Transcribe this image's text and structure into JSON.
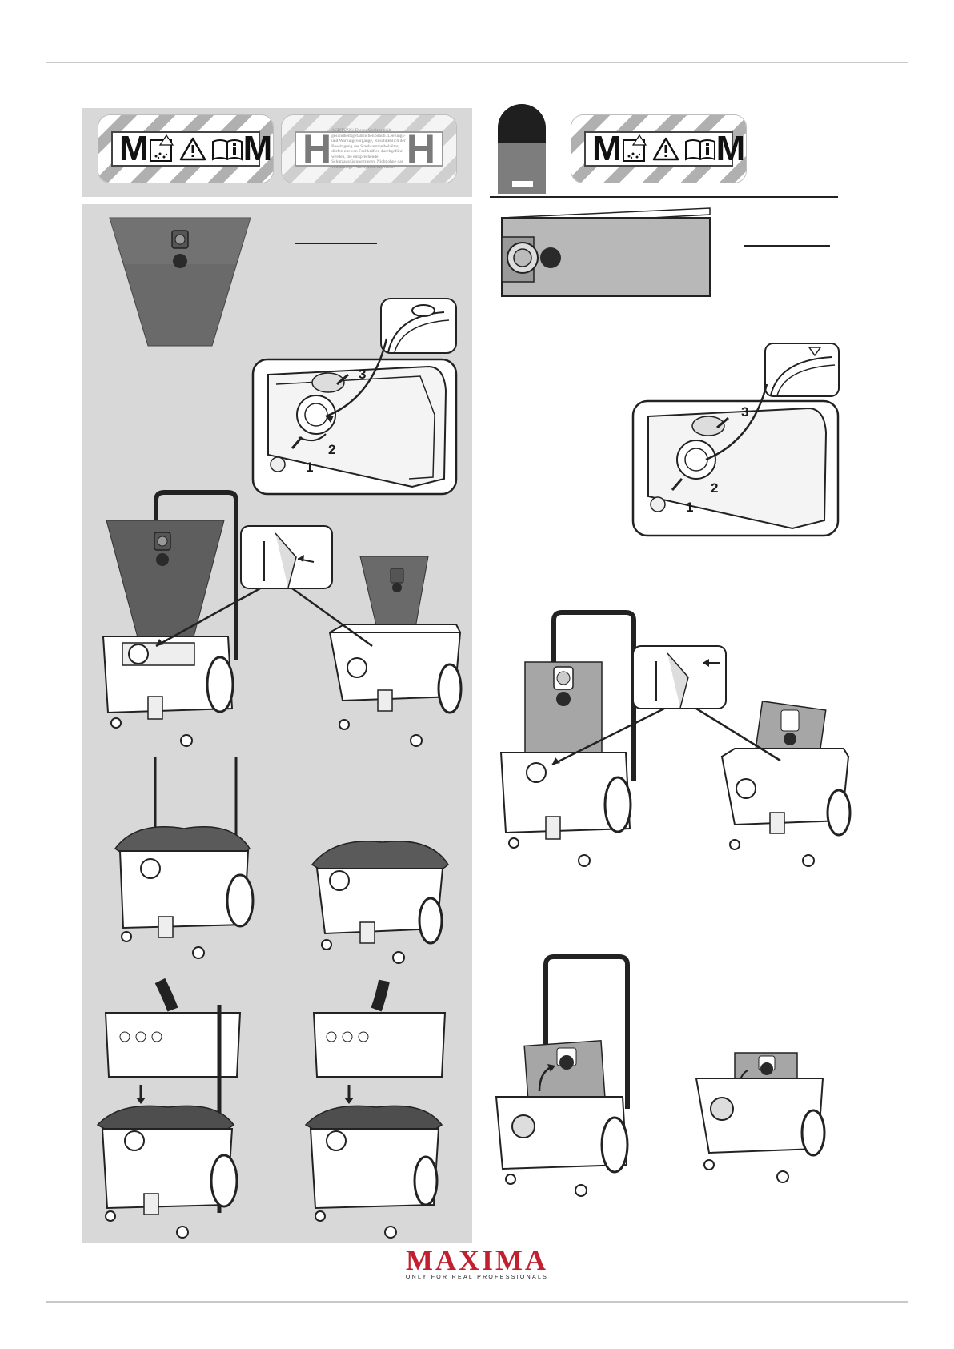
{
  "labels": {
    "badge_m_left": "M",
    "badge_m_right": "M",
    "badge_h_left": "H",
    "badge_h_right": "H",
    "badge_h_text": "ACHTUNG: Dieses Gerät enthält gesundheitsgefährlichen Staub. Leerungs- und Wartungsvorgänge, einschließlich der Beseitigung der Staubsammelbehälter, dürfen nur von Fachkräften durchgeführt werden, die entsprechende Schutzausrüstung tragen. Nicht ohne das vollständige Filtersystem betreiben."
  },
  "steps": {
    "n1": "1",
    "n2": "2",
    "n3": "3"
  },
  "brand": {
    "name": "MAXIMA",
    "tagline": "ONLY FOR REAL PROFESSIONALS",
    "color": "#c2202f"
  },
  "colors": {
    "panel": "#d8d8d8",
    "bag_dark": "#5a5a5a",
    "bag_light": "#8a8a8a"
  }
}
